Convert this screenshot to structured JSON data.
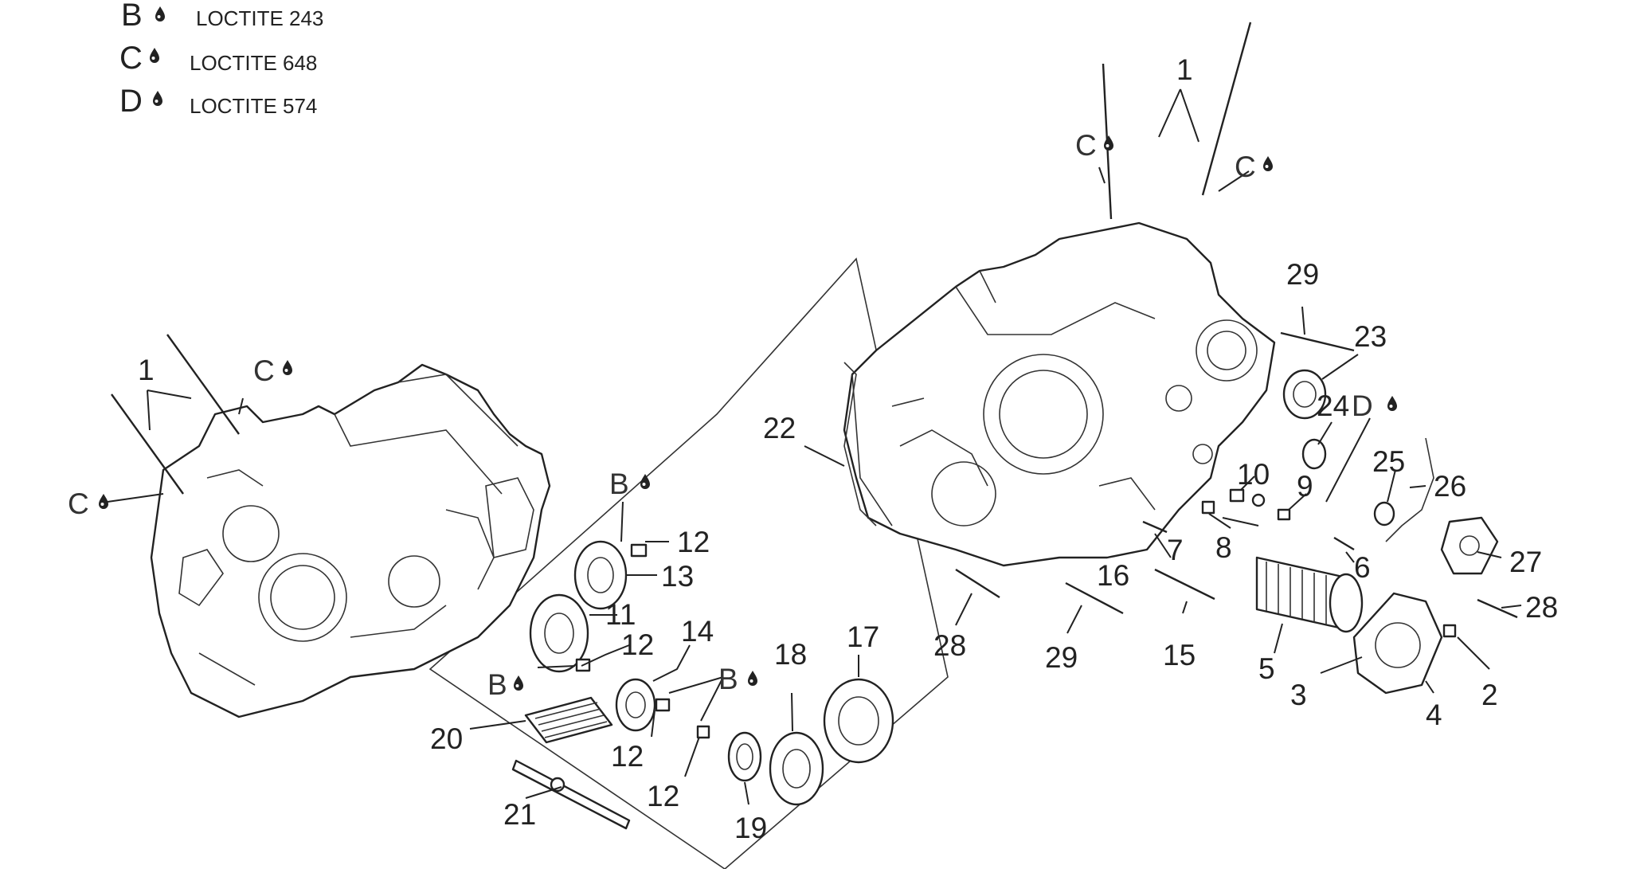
{
  "legend": [
    {
      "letter": "B",
      "text": "LOCTITE 243"
    },
    {
      "letter": "C",
      "text": "LOCTITE 648"
    },
    {
      "letter": "D",
      "text": "LOCTITE 574"
    }
  ],
  "callout_letters": {
    "b": "B",
    "c": "C",
    "d": "D"
  },
  "part_numbers": {
    "p1": "1",
    "p2": "2",
    "p3": "3",
    "p4": "4",
    "p5": "5",
    "p6": "6",
    "p7": "7",
    "p8": "8",
    "p9": "9",
    "p10": "10",
    "p11": "11",
    "p12": "12",
    "p13": "13",
    "p14": "14",
    "p15": "15",
    "p16": "16",
    "p17": "17",
    "p18": "18",
    "p19": "19",
    "p20": "20",
    "p21": "21",
    "p22": "22",
    "p23": "23",
    "p24": "24",
    "p25": "25",
    "p26": "26",
    "p27": "27",
    "p28": "28",
    "p29": "29"
  },
  "icons": {
    "drop": "oil-drop-icon"
  }
}
